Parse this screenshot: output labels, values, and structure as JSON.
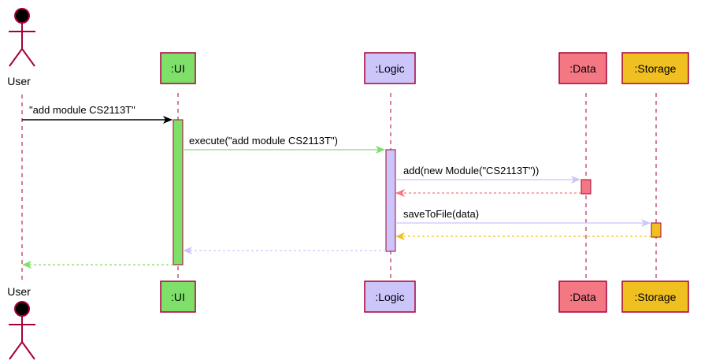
{
  "colors": {
    "actor_fill": "#000000",
    "actor_stroke": "#A80036",
    "box_stroke": "#A80036",
    "lifeline": "#A80036",
    "ui": "#7FE069",
    "logic": "#CCC5FA",
    "data": "#F47884",
    "storage": "#F0C020",
    "request_arrow": "#000000"
  },
  "participants": {
    "user": {
      "label": "User"
    },
    "ui": {
      "label": ":UI"
    },
    "logic": {
      "label": ":Logic"
    },
    "data": {
      "label": ":Data"
    },
    "storage": {
      "label": ":Storage"
    }
  },
  "messages": [
    {
      "from": "user",
      "to": "ui",
      "label": "\"add module CS2113T\"",
      "style": "solid"
    },
    {
      "from": "ui",
      "to": "logic",
      "label": "execute(\"add module CS2113T\")",
      "style": "solid"
    },
    {
      "from": "logic",
      "to": "data",
      "label": "add(new Module(\"CS2113T\"))",
      "style": "solid"
    },
    {
      "from": "data",
      "to": "logic",
      "label": "",
      "style": "dashed"
    },
    {
      "from": "logic",
      "to": "storage",
      "label": "saveToFile(data)",
      "style": "solid"
    },
    {
      "from": "storage",
      "to": "logic",
      "label": "",
      "style": "dashed"
    },
    {
      "from": "logic",
      "to": "ui",
      "label": "",
      "style": "dashed"
    },
    {
      "from": "ui",
      "to": "user",
      "label": "",
      "style": "dashed"
    }
  ]
}
